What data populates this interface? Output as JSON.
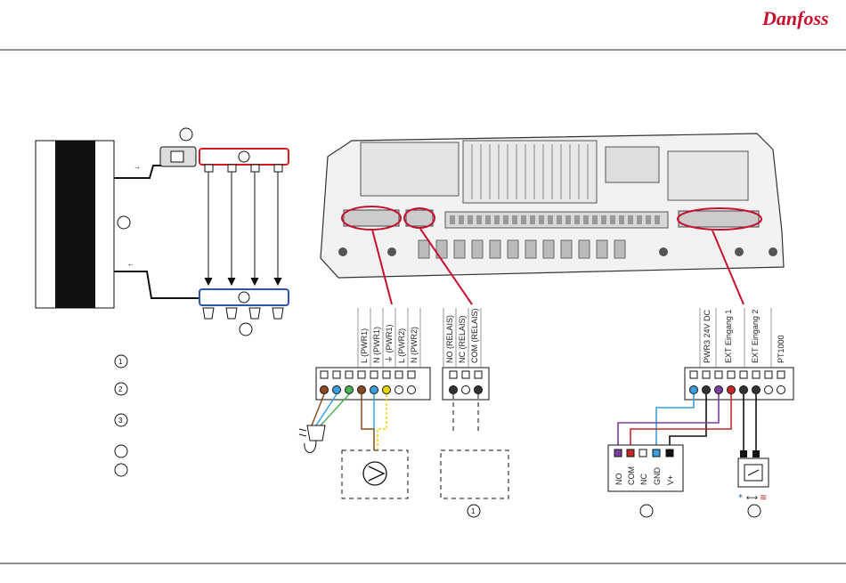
{
  "brand": {
    "logo_text": "Danfoss",
    "color": "#c8102e"
  },
  "colors": {
    "manifold_supply": "#d71920",
    "manifold_return": "#2b55a8",
    "brown": "#8b4a1f",
    "blue": "#3aa0dc",
    "green": "#4caf50",
    "yellow": "#e8d400",
    "purple": "#7b3fa0",
    "red": "#c62828",
    "black": "#111111",
    "highlight": "#c8102e"
  },
  "markers": {
    "m1": "1",
    "m2": "2",
    "m3": "3"
  },
  "power_terminals": {
    "labels": [
      "L (PWR1)",
      "N (PWR1)",
      "⏚ (PWR1)",
      "L (PWR2)",
      "N (PWR2)"
    ]
  },
  "relay_terminals": {
    "labels": [
      "NO (RELAIS)",
      "NC (RELAIS)",
      "COM (RELAIS)"
    ]
  },
  "ext_terminals": {
    "labels": [
      "PWR3 24V DC",
      "EXT Eingang 1",
      "EXT Eingang 2",
      "PT1000"
    ]
  },
  "device_terminals": {
    "labels": [
      "NO",
      "COM",
      "NC",
      "GND",
      "V+"
    ]
  },
  "thermostat_symbol": {
    "cold": "*",
    "arrows": "⟷",
    "heat": "≋"
  }
}
